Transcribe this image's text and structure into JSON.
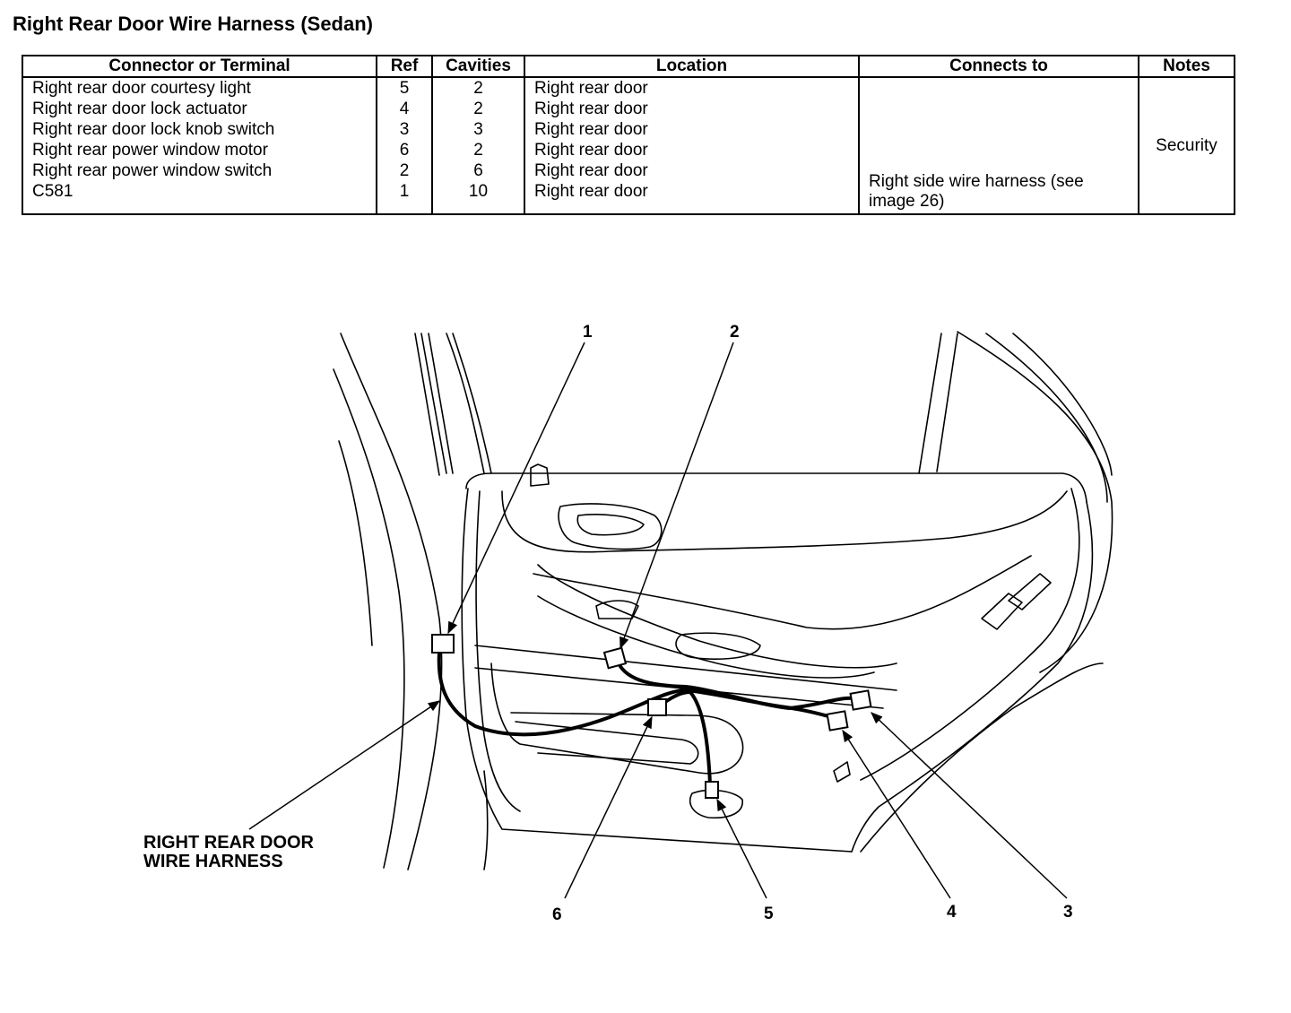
{
  "title": "Right Rear Door Wire Harness (Sedan)",
  "table": {
    "headers": {
      "connector": "Connector or Terminal",
      "ref": "Ref",
      "cavities": "Cavities",
      "location": "Location",
      "connects_to": "Connects to",
      "notes": "Notes"
    },
    "rows": [
      {
        "connector": "Right rear door courtesy light",
        "ref": "5",
        "cavities": "2",
        "location": "Right rear door"
      },
      {
        "connector": "Right rear door lock actuator",
        "ref": "4",
        "cavities": "2",
        "location": "Right rear door"
      },
      {
        "connector": "Right rear door lock knob switch",
        "ref": "3",
        "cavities": "3",
        "location": "Right rear door"
      },
      {
        "connector": "Right rear power window motor",
        "ref": "6",
        "cavities": "2",
        "location": "Right rear door"
      },
      {
        "connector": "Right rear power window switch",
        "ref": "2",
        "cavities": "6",
        "location": "Right rear door"
      },
      {
        "connector": "C581",
        "ref": "1",
        "cavities": "10",
        "location": "Right rear door",
        "connects_to": "Right side wire harness (see image 26)"
      }
    ],
    "notes": "Security"
  },
  "diagram": {
    "callouts": [
      "1",
      "2",
      "3",
      "4",
      "5",
      "6"
    ],
    "harness_label_line1": "RIGHT REAR DOOR",
    "harness_label_line2": "WIRE HARNESS"
  }
}
